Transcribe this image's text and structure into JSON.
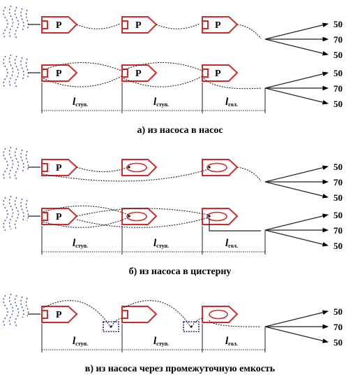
{
  "labels": {
    "pump": "P",
    "l_step_main": "l",
    "l_step_sub": "ступ.",
    "l_head_main": "l",
    "l_head_sub": "гол."
  },
  "captions": {
    "a": "а) из насоса в насос",
    "b": "б) из насоса в цистерну",
    "c": "в) из насоса через промежуточную емкость"
  },
  "nozzles": {
    "top": "50",
    "middle": "70",
    "bottom": "50"
  },
  "colors": {
    "truck": "#d42a2a",
    "tank": "#1c2a8a",
    "water": "#3b4fb0"
  }
}
